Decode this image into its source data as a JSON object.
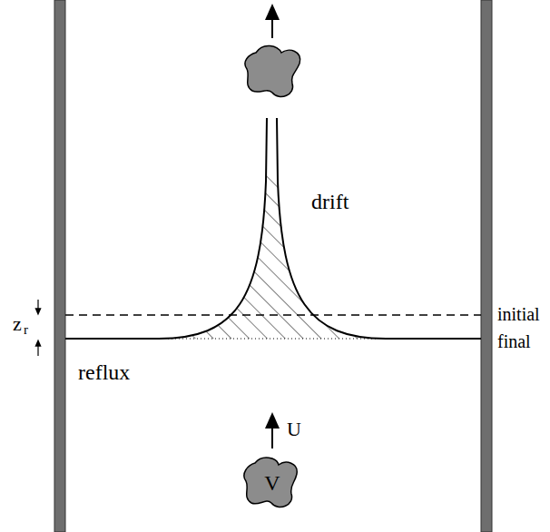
{
  "diagram": {
    "nodes": [
      {
        "text": [
          "V"
        ]
      }
    ],
    "labels": [
      "drift",
      "reflux",
      "initial",
      "final",
      "z",
      "r",
      "U"
    ]
  }
}
